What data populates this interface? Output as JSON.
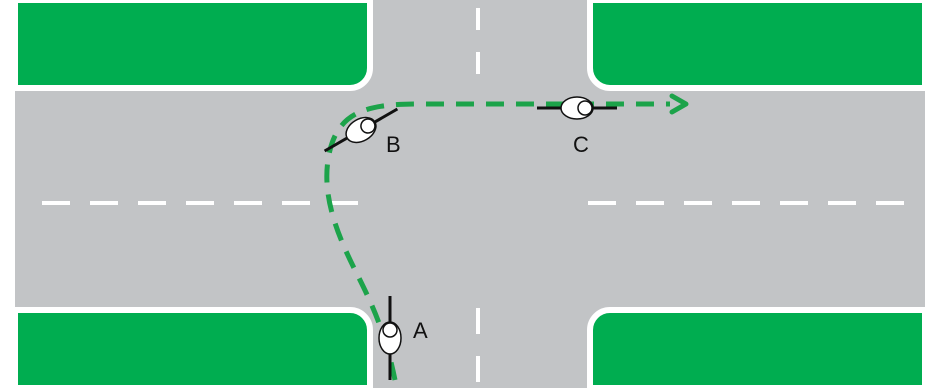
{
  "colors": {
    "road": "#c2c4c6",
    "grass": "#00ad50",
    "curb": "#ffffff",
    "lane_marking": "#ffffff",
    "route": "#1ca34a",
    "cyclist_outline": "#111111",
    "cyclist_fill": "#ffffff"
  },
  "positions": {
    "a": {
      "label": "A"
    },
    "b": {
      "label": "B"
    },
    "c": {
      "label": "C"
    }
  },
  "icons": {
    "cyclist": "cyclist-top-view-icon",
    "route_arrow": "arrow-right-icon"
  }
}
